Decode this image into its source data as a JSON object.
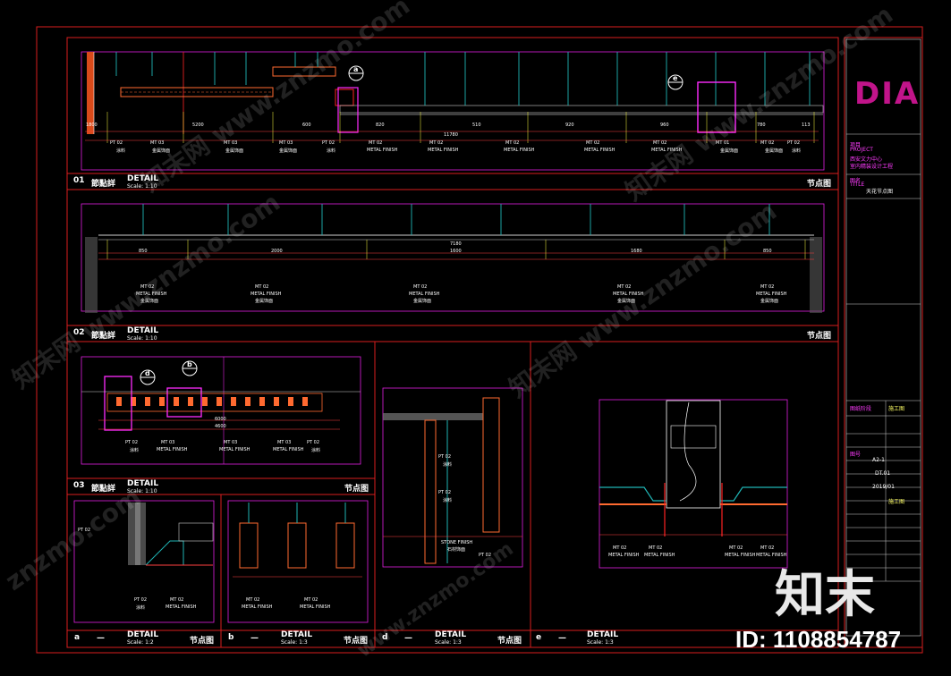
{
  "titles": {
    "d01": {
      "num": "01",
      "cn": "節點詳",
      "en": "DETAIL",
      "scale": "Scale: 1:10",
      "tag": "节点图"
    },
    "d02": {
      "num": "02",
      "cn": "節點詳",
      "en": "DETAIL",
      "scale": "Scale: 1:10",
      "tag": "节点图"
    },
    "d03": {
      "num": "03",
      "cn": "節點詳",
      "en": "DETAIL",
      "scale": "Scale: 1:10",
      "tag": "节点图"
    },
    "da": {
      "num": "a",
      "dash": "—",
      "en": "DETAIL",
      "scale": "Scale: 1:2",
      "tag": "节点图"
    },
    "db": {
      "num": "b",
      "dash": "—",
      "en": "DETAIL",
      "scale": "Scale: 1:3",
      "tag": "节点图"
    },
    "dd": {
      "num": "d",
      "dash": "—",
      "en": "DETAIL",
      "scale": "Scale: 1:3",
      "tag": "节点图"
    },
    "de": {
      "num": "e",
      "dash": "—",
      "en": "DETAIL",
      "scale": "Scale: 1:3"
    }
  },
  "dims01": [
    "1800",
    "5200",
    "600",
    "820",
    "510",
    "920",
    "960",
    "780",
    "113",
    "11780"
  ],
  "dims02": [
    "850",
    "2000",
    "7180",
    "1600",
    "1680",
    "850"
  ],
  "dims03": [
    "4600",
    "6000"
  ],
  "callouts": {
    "a": "a",
    "b": "b",
    "d": "d",
    "e": "e"
  },
  "labels": {
    "pt02": "PT 02",
    "mt01": "MT 01",
    "mt02": "MT 02",
    "mt03": "MT 03",
    "paint": "涂料",
    "metal": "METAL FINISH",
    "metal_cn": "金属饰面",
    "stone": "STONE FINISH",
    "stone_cn": "石材饰面"
  },
  "titleblock": {
    "logo": "DIA",
    "project_label": "项目",
    "project_en": "PROJECT",
    "project1": "西安文力中心",
    "project2": "室内精装设计工程",
    "drawing_label": "图名",
    "drawing_en": "TITLE",
    "drawing_name": "天花节点图",
    "stage_label": "图纸阶段",
    "stage_val": "施工图",
    "sheet_label": "图号",
    "sheet_val": "A2-1",
    "sheet_code": "DT.01",
    "date_val": "2019/01",
    "rev_val": "施工图"
  },
  "watermarks": [
    "知末网 www.znzmo.com",
    "知末网 www.znzmo.com",
    "知末网 www.znzmo.com",
    "知末网 www.znzmo.com",
    "znzmo.com",
    "www.znzmo.com"
  ],
  "brand": {
    "name": "知末",
    "id": "ID: 1108854787"
  }
}
